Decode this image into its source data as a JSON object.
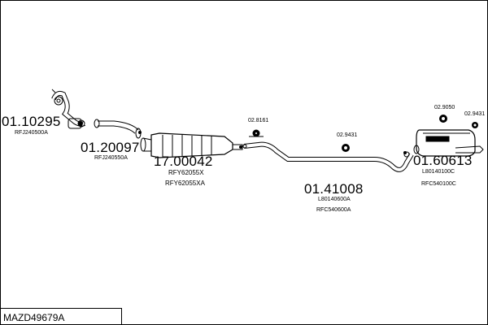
{
  "model": "MAZD49679A",
  "parts": [
    {
      "id": "part-01-10295",
      "number": "01.10295",
      "refs": [
        "RFJ240500A"
      ]
    },
    {
      "id": "part-01-20097",
      "number": "01.20097",
      "refs": [
        "RFJ240550A"
      ]
    },
    {
      "id": "part-17-00042",
      "number": "17.00042",
      "refs": [
        "RFY62055X",
        "RFY62055XA"
      ]
    },
    {
      "id": "part-01-41008",
      "number": "01.41008",
      "refs": [
        "L80140600A",
        "RFC540600A"
      ]
    },
    {
      "id": "part-01-60613",
      "number": "01.60613",
      "refs": [
        "L80140100C",
        "RFC540100C"
      ]
    }
  ],
  "accessories": [
    {
      "id": "acc-02-8161",
      "number": "02.8161"
    },
    {
      "id": "acc-02-9431-a",
      "number": "02.9431"
    },
    {
      "id": "acc-02-9050",
      "number": "02.9050"
    },
    {
      "id": "acc-02-9431-b",
      "number": "02.9431"
    }
  ]
}
